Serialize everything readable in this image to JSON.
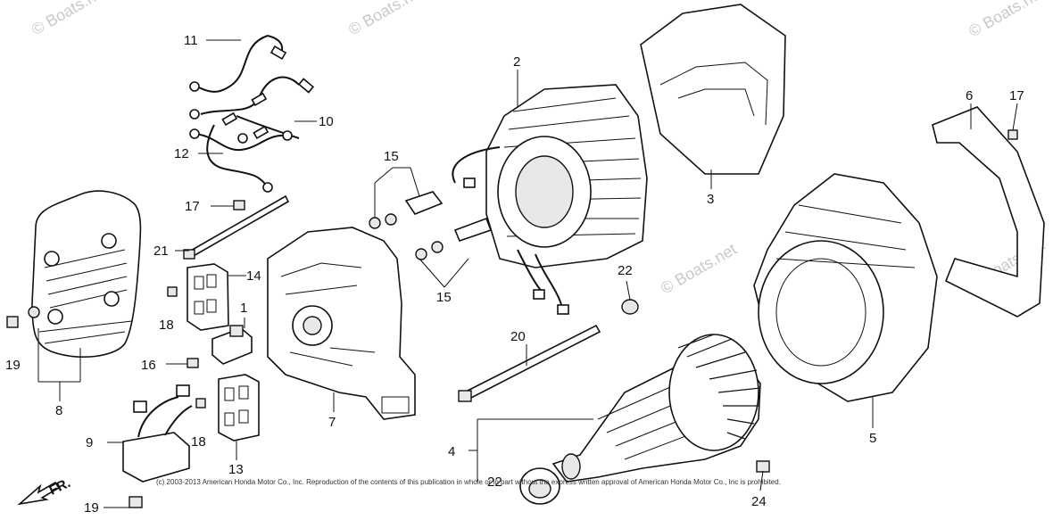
{
  "watermark": "© Boats.net",
  "copyright": "(c) 2003-2013 American Honda Motor Co., Inc. Reproduction of the contents of this publication in whole or in part without the express written approval of American Honda Motor Co., Inc is prohibited.",
  "direction_label": "FR.",
  "callouts": {
    "c1": "1",
    "c2": "2",
    "c3": "3",
    "c4": "4",
    "c5": "5",
    "c6": "6",
    "c7": "7",
    "c8": "8",
    "c9": "9",
    "c10": "10",
    "c11": "11",
    "c12": "12",
    "c13": "13",
    "c14": "14",
    "c15a": "15",
    "c15b": "15",
    "c16": "16",
    "c17a": "17",
    "c17b": "17",
    "c18a": "18",
    "c18b": "18",
    "c19a": "19",
    "c19b": "19",
    "c20": "20",
    "c21": "21",
    "c22a": "22",
    "c22b": "22",
    "c24": "24"
  }
}
